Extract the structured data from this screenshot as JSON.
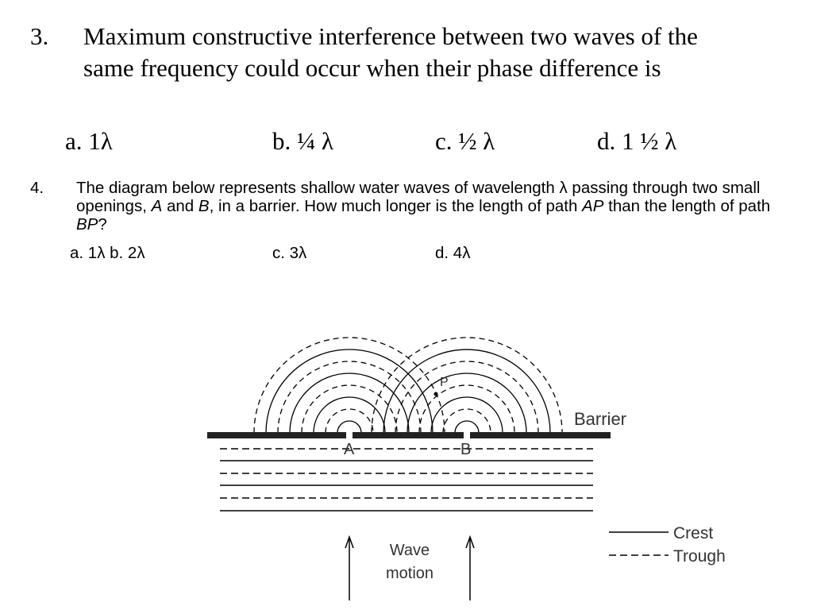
{
  "q3": {
    "number": "3.",
    "stem": "Maximum constructive interference between two waves of the same frequency could occur when their phase difference is",
    "options": [
      "a. 1λ",
      "b. ¼ λ",
      "c.  ½ λ",
      "d.  1 ½ λ"
    ]
  },
  "q4": {
    "number": "4.",
    "stem_1": "The diagram below represents shallow water waves of wavelength λ passing through two small openings, ",
    "opening_a": "A",
    "stem_2": " and ",
    "opening_b": "B",
    "stem_3": ", in a barrier. How much longer is the length of path ",
    "path_ap": "AP",
    "stem_4": " than the length of path ",
    "path_bp": "BP",
    "stem_5": "?",
    "options": [
      "a. 1λ  b.  2λ",
      "c. 3λ",
      "d. 4λ"
    ]
  },
  "diagram": {
    "label_a": "A",
    "label_b": "B",
    "label_p": "P",
    "barrier_label": "Barrier",
    "wave_motion_line1": "Wave",
    "wave_motion_line2": "motion",
    "legend_crest": "Crest",
    "legend_trough": "Trough"
  }
}
